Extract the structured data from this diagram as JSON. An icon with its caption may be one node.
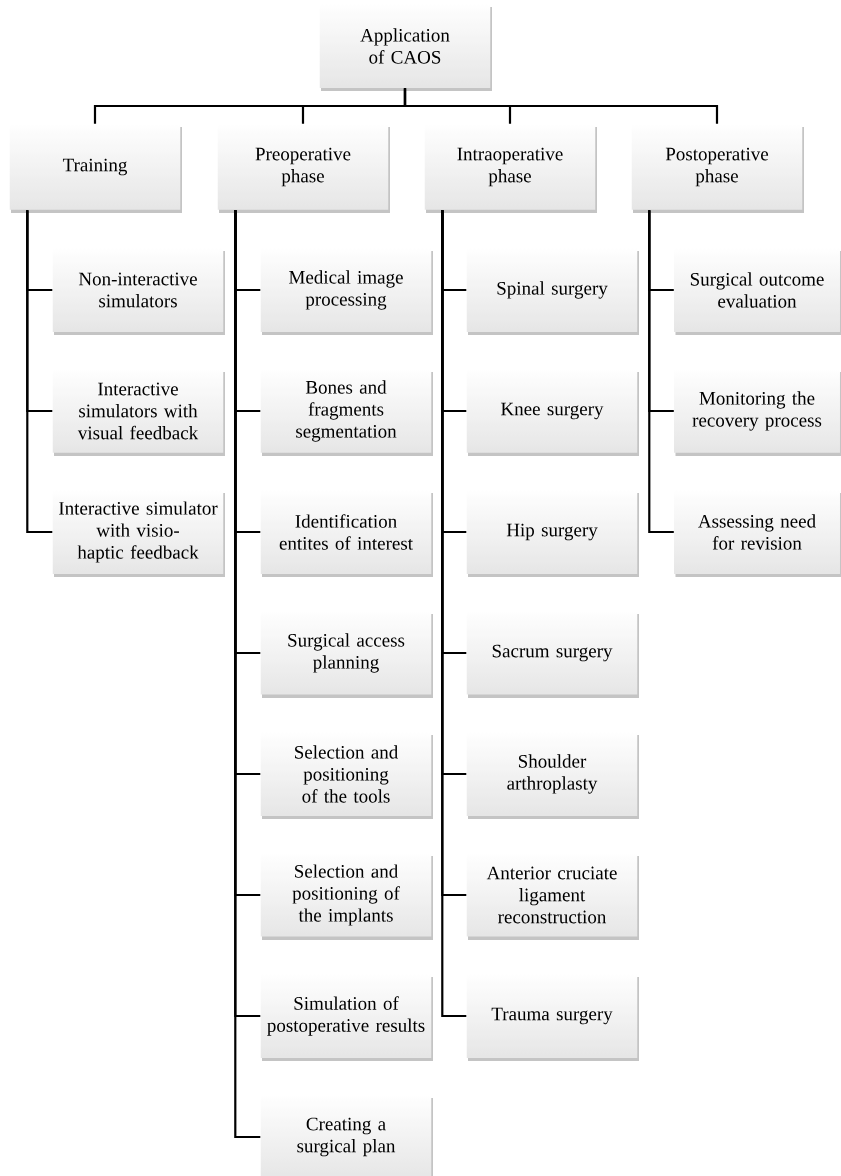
{
  "diagram": {
    "nodes": [
      {
        "text": [
          "Application of CAOS"
        ]
      },
      {
        "text": [
          "Training"
        ]
      },
      {
        "text": [
          "Preoperative phase"
        ]
      },
      {
        "text": [
          "Intraoperative phase"
        ]
      },
      {
        "text": [
          "Postoperative phase"
        ]
      },
      {
        "text": [
          "Non-interactive simulators"
        ]
      },
      {
        "text": [
          "Interactive simulators with visual feedback"
        ]
      },
      {
        "text": [
          "Interactive simulator with visio-haptic feedback"
        ]
      },
      {
        "text": [
          "Medical image processing"
        ]
      },
      {
        "text": [
          "Bones and fragments segmentation"
        ]
      },
      {
        "text": [
          "Identification entites of interest"
        ]
      },
      {
        "text": [
          "Surgical access planning"
        ]
      },
      {
        "text": [
          "Selection and positioning of the tools"
        ]
      },
      {
        "text": [
          "Selection and positioning of the implants"
        ]
      },
      {
        "text": [
          "Simulation of postoperative results"
        ]
      },
      {
        "text": [
          "Creating a surgical plan"
        ]
      },
      {
        "text": [
          "Spinal surgery"
        ]
      },
      {
        "text": [
          "Knee surgery"
        ]
      },
      {
        "text": [
          "Hip surgery"
        ]
      },
      {
        "text": [
          "Sacrum surgery"
        ]
      },
      {
        "text": [
          "Shoulder arthroplasty"
        ]
      },
      {
        "text": [
          "Anterior cruciate ligament reconstruction"
        ]
      },
      {
        "text": [
          "Trauma surgery"
        ]
      },
      {
        "text": [
          "Surgical outcome evaluation"
        ]
      },
      {
        "text": [
          "Monitoring the recovery process"
        ]
      },
      {
        "text": [
          "Assessing need for revision"
        ]
      }
    ],
    "edges": [
      {
        "from": 0,
        "to": 1,
        "arrow": "none"
      },
      {
        "from": 0,
        "to": 2,
        "arrow": "none"
      },
      {
        "from": 0,
        "to": 3,
        "arrow": "none"
      },
      {
        "from": 0,
        "to": 4,
        "arrow": "none"
      },
      {
        "from": 1,
        "to": 5,
        "arrow": "none"
      },
      {
        "from": 1,
        "to": 6,
        "arrow": "none"
      },
      {
        "from": 1,
        "to": 7,
        "arrow": "none"
      },
      {
        "from": 2,
        "to": 8,
        "arrow": "none"
      },
      {
        "from": 2,
        "to": 9,
        "arrow": "none"
      },
      {
        "from": 2,
        "to": 10,
        "arrow": "none"
      },
      {
        "from": 2,
        "to": 11,
        "arrow": "none"
      },
      {
        "from": 2,
        "to": 12,
        "arrow": "none"
      },
      {
        "from": 2,
        "to": 13,
        "arrow": "none"
      },
      {
        "from": 2,
        "to": 14,
        "arrow": "none"
      },
      {
        "from": 2,
        "to": 15,
        "arrow": "none"
      },
      {
        "from": 3,
        "to": 16,
        "arrow": "none"
      },
      {
        "from": 3,
        "to": 17,
        "arrow": "none"
      },
      {
        "from": 3,
        "to": 18,
        "arrow": "none"
      },
      {
        "from": 3,
        "to": 19,
        "arrow": "none"
      },
      {
        "from": 3,
        "to": 20,
        "arrow": "none"
      },
      {
        "from": 3,
        "to": 21,
        "arrow": "none"
      },
      {
        "from": 3,
        "to": 22,
        "arrow": "none"
      },
      {
        "from": 4,
        "to": 23,
        "arrow": "none"
      },
      {
        "from": 4,
        "to": 24,
        "arrow": "none"
      },
      {
        "from": 4,
        "to": 25,
        "arrow": "none"
      }
    ]
  }
}
